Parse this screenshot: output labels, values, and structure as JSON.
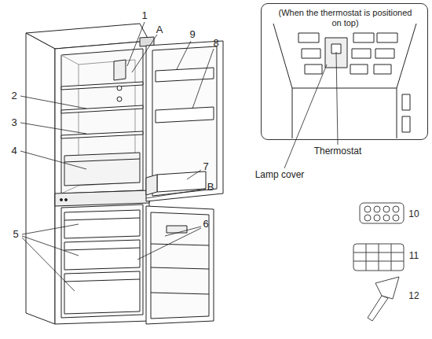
{
  "diagram": {
    "nodes": [
      {
        "text": [
          "(When the thermostat is positioned on top)"
        ]
      }
    ],
    "labels": [
      "1",
      "A",
      "9",
      "8",
      "2",
      "3",
      "4",
      "7",
      "B",
      "6",
      "5",
      "10",
      "11",
      "12",
      "Thermostat",
      "Lamp cover"
    ]
  }
}
